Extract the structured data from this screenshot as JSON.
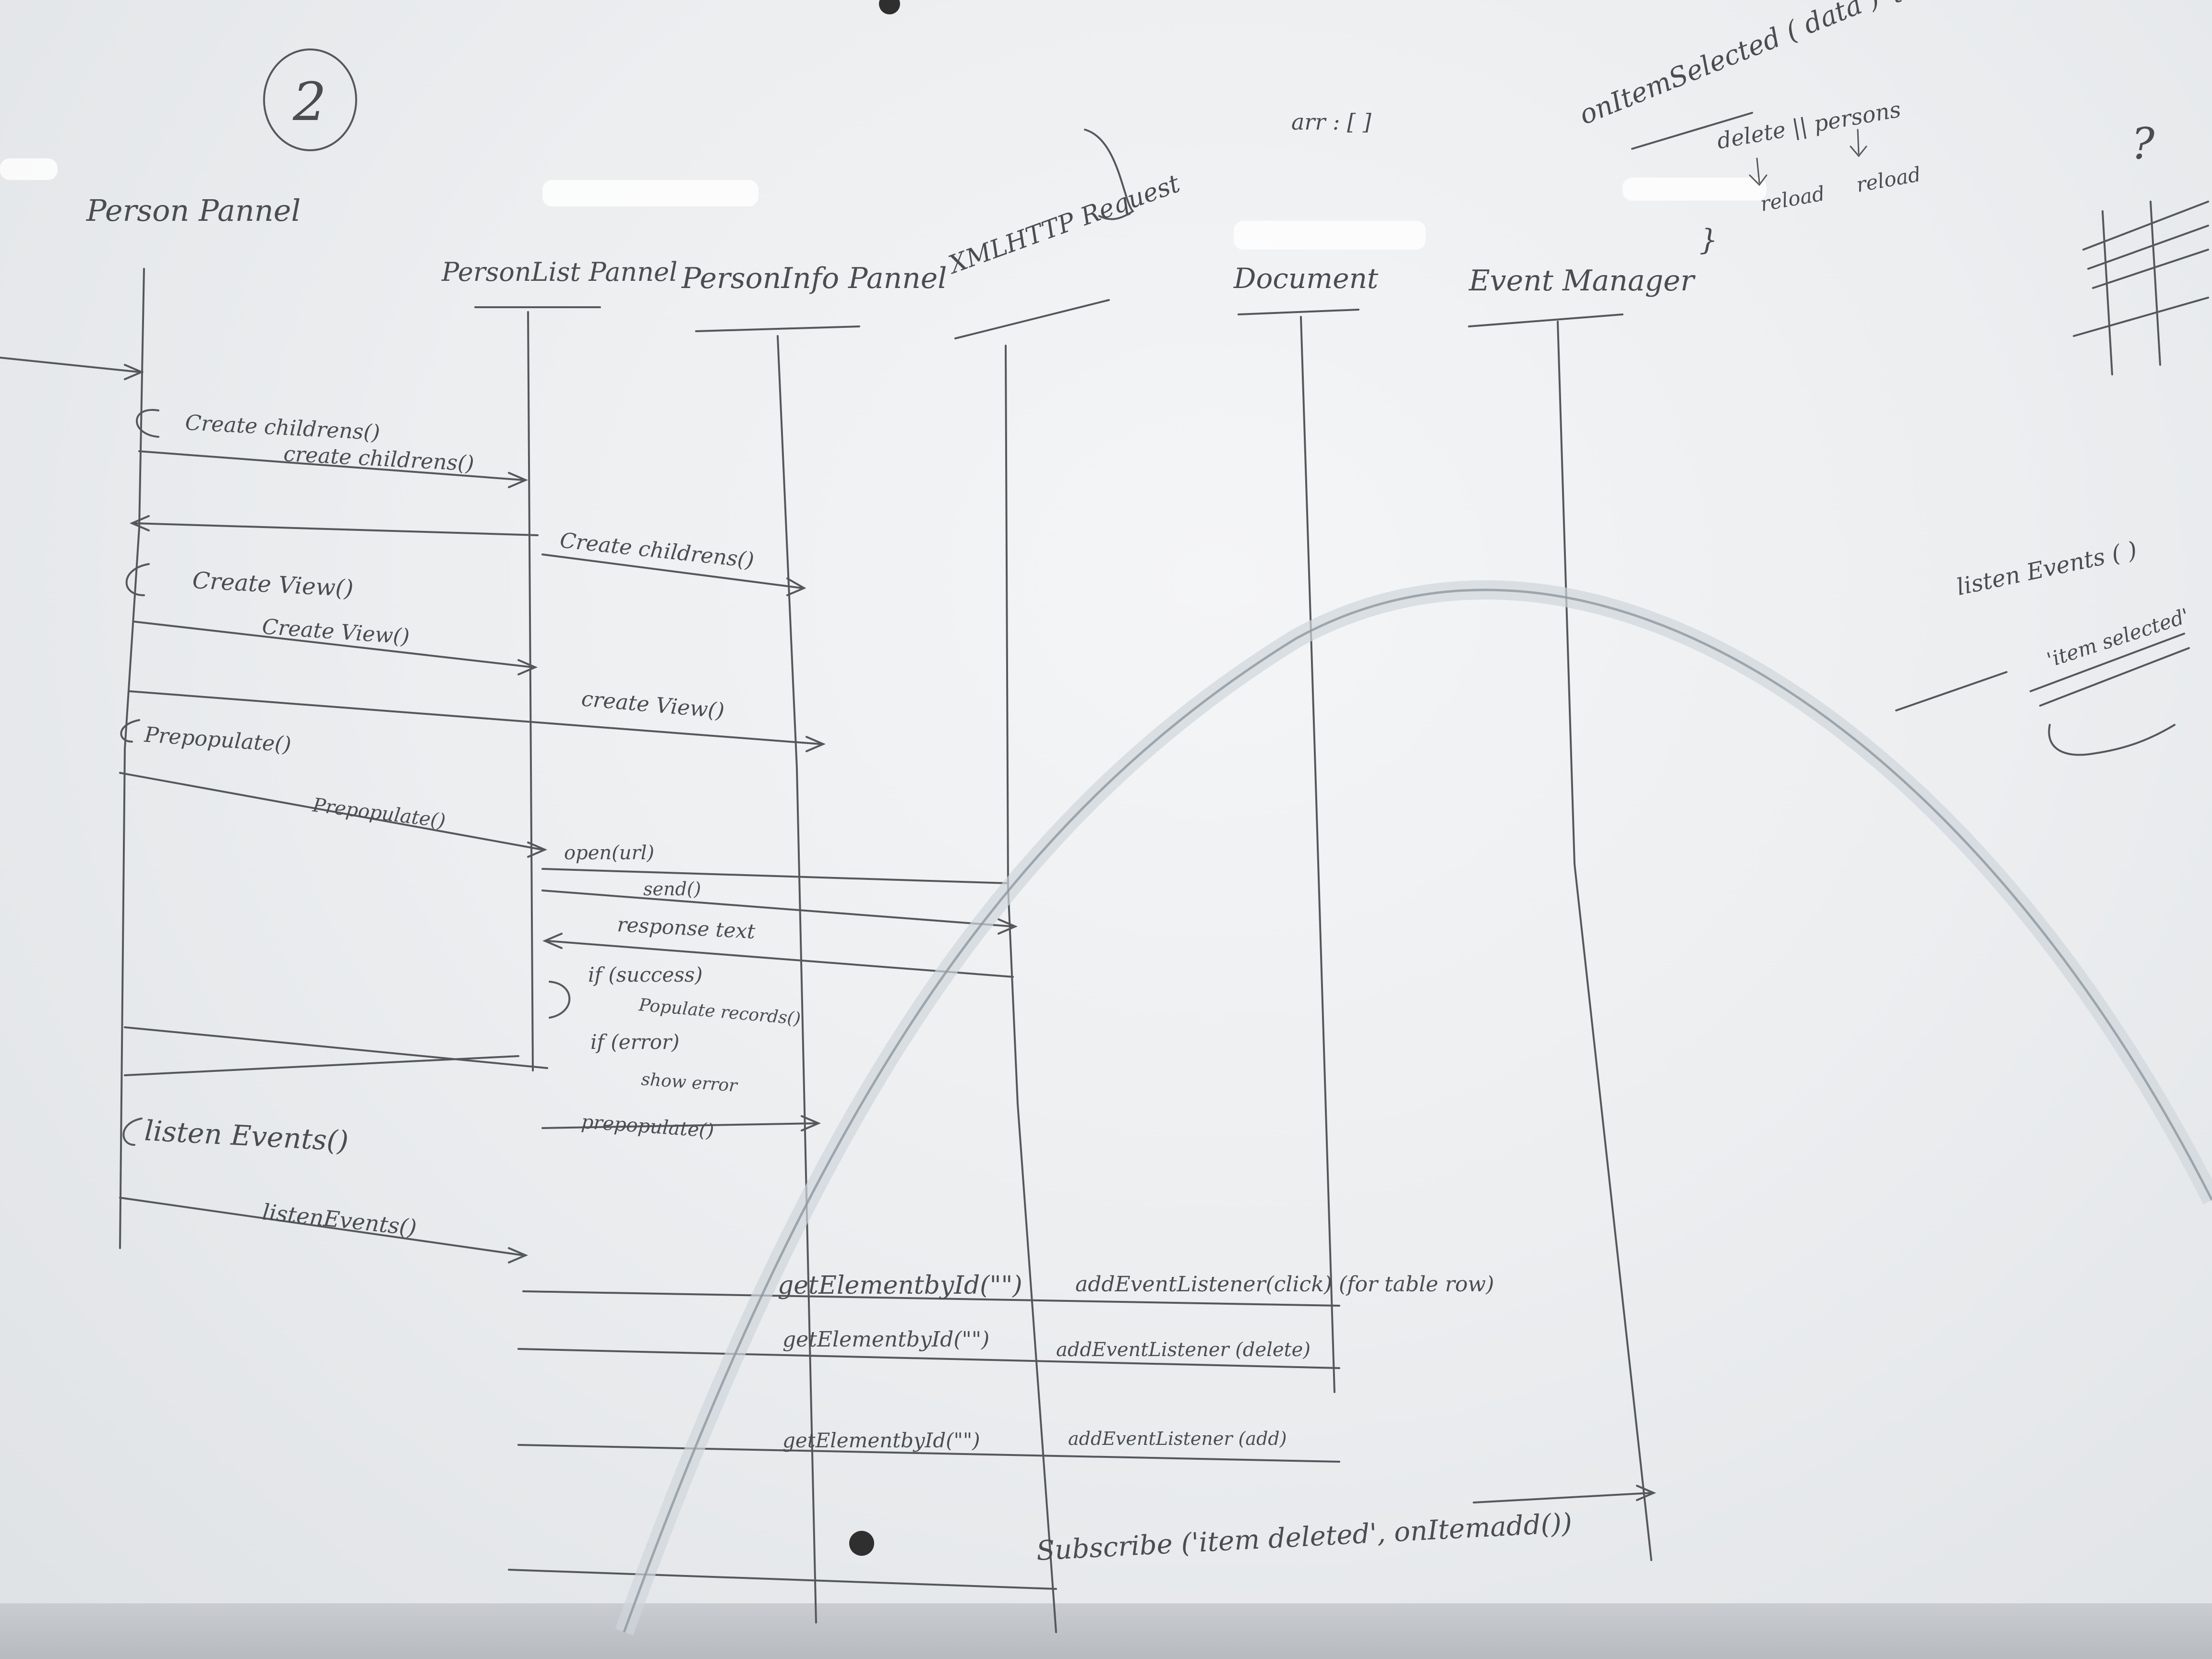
{
  "board": {
    "page_number": "2",
    "lifelines": [
      {
        "id": "person-pannel",
        "label": "Person Pannel"
      },
      {
        "id": "personlist-pannel",
        "label": "PersonList Pannel"
      },
      {
        "id": "personinfo-pannel",
        "label": "PersonInfo Pannel"
      },
      {
        "id": "xmlhttp-request",
        "label": "XMLHTTP Request"
      },
      {
        "id": "document",
        "label": "Document"
      },
      {
        "id": "event-manager",
        "label": "Event Manager"
      }
    ],
    "messages": [
      {
        "id": "create-childrens-self",
        "label": "Create childrens()"
      },
      {
        "id": "create-childrens-list",
        "label": "create childrens()"
      },
      {
        "id": "create-childrens-info",
        "label": "Create childrens()"
      },
      {
        "id": "create-view-self",
        "label": "Create View()"
      },
      {
        "id": "create-view-list",
        "label": "Create View()"
      },
      {
        "id": "create-view-info",
        "label": "create View()"
      },
      {
        "id": "prepopulate-self",
        "label": "Prepopulate()"
      },
      {
        "id": "prepopulate-list",
        "label": "Prepopulate()"
      },
      {
        "id": "open-url",
        "label": "open(url)"
      },
      {
        "id": "send",
        "label": "send()"
      },
      {
        "id": "response-text",
        "label": "response text"
      },
      {
        "id": "if-success",
        "label": "if (success)"
      },
      {
        "id": "populate-records",
        "label": "Populate records()"
      },
      {
        "id": "if-error",
        "label": "if (error)"
      },
      {
        "id": "show-error",
        "label": "show error"
      },
      {
        "id": "prepopulate-info",
        "label": "prepopulate()"
      },
      {
        "id": "listen-events-self",
        "label": "listen Events()"
      },
      {
        "id": "listen-events-list",
        "label": "listenEvents()"
      },
      {
        "id": "get-element-1",
        "label": "getElementbyId(\"\")"
      },
      {
        "id": "add-listener-1",
        "label": "addEventListener(click) (for table row)"
      },
      {
        "id": "get-element-2",
        "label": "getElementbyId(\"\")"
      },
      {
        "id": "add-listener-2",
        "label": "addEventListener (delete)"
      },
      {
        "id": "get-element-3",
        "label": "getElementbyId(\"\")"
      },
      {
        "id": "add-listener-3",
        "label": "addEventListener (add)"
      },
      {
        "id": "subscribe",
        "label": "Subscribe ('item deleted', onItemadd())"
      }
    ],
    "side_notes": [
      {
        "id": "on-item-selected",
        "label": "onItemSelected ( data ) {"
      },
      {
        "id": "delete-persons",
        "label": "delete || persons"
      },
      {
        "id": "reload-1",
        "label": "reload"
      },
      {
        "id": "reload-2",
        "label": "reload"
      },
      {
        "id": "closing-brace",
        "label": "}"
      },
      {
        "id": "array-note",
        "label": "arr : [ ]"
      },
      {
        "id": "listen-events-note",
        "label": "listen Events ( )"
      },
      {
        "id": "item-selected-note",
        "label": "'item selected'"
      },
      {
        "id": "question-mark",
        "label": "?"
      }
    ],
    "colors": {
      "marker": "#55585b",
      "board": "#eceef0",
      "frame": "#b7bbc0"
    }
  }
}
